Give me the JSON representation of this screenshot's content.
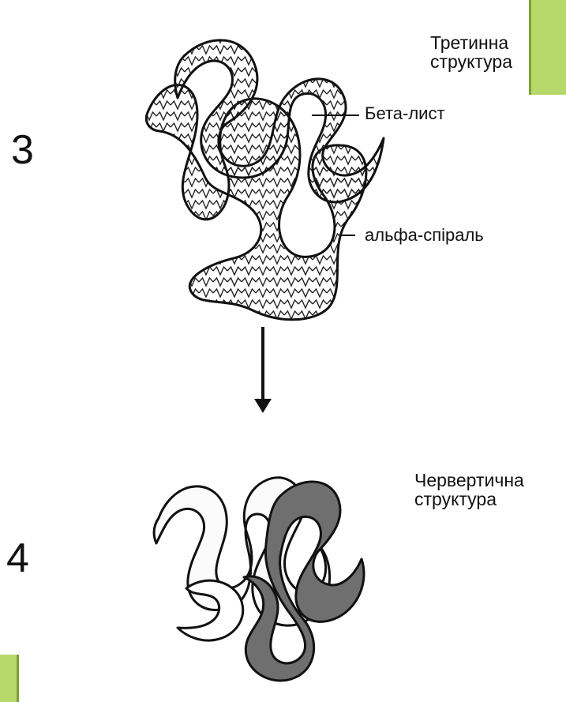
{
  "labels": {
    "step_3": "3",
    "step_4": "4",
    "tertiary_structure": "Третинна структура",
    "beta_sheet": "Бета-лист",
    "alpha_helix": "альфа-спіраль",
    "quaternary_structure": "Червертична структура"
  },
  "colors": {
    "accent": "#b7d86b",
    "accent_border": "#7ea132",
    "dark_subunit": "#6f6f6f"
  }
}
